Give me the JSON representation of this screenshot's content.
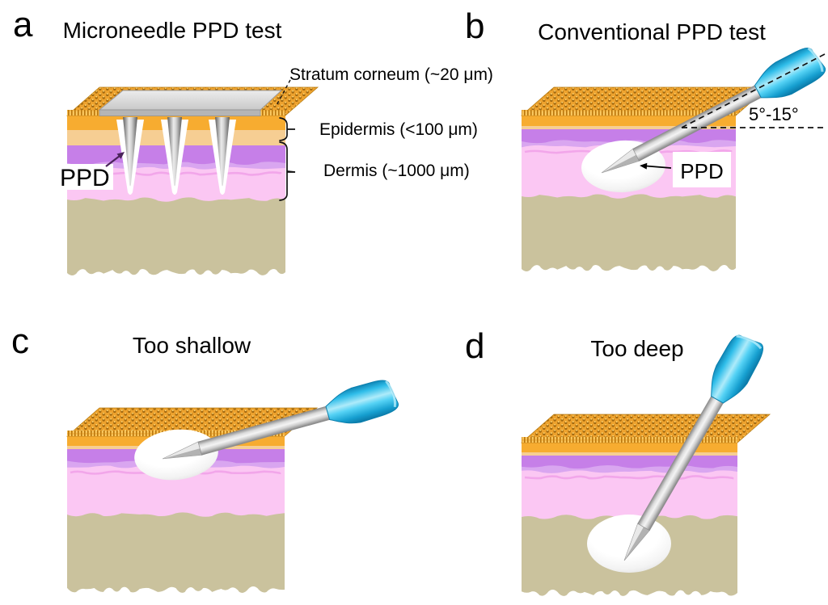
{
  "a": {
    "letter": "a",
    "title": "Microneedle PPD test",
    "label_stratum": "Stratum corneum (~20 μm)",
    "label_epidermis": "Epidermis (<100 μm)",
    "label_dermis": "Dermis (~1000 μm)",
    "label_ppd": "PPD"
  },
  "b": {
    "letter": "b",
    "title": "Conventional PPD test",
    "label_angle": "5°-15°",
    "label_ppd": "PPD"
  },
  "c": {
    "letter": "c",
    "title": "Too shallow"
  },
  "d": {
    "letter": "d",
    "title": "Too deep"
  },
  "colors": {
    "stratum_orange": "#F7AC30",
    "stratum_texture_dark": "#A4690F",
    "epidermis_tan": "#F6CE93",
    "epidermis_purple": "#C67FE8",
    "epidermis_purple_light": "#D9A6F0",
    "dermis_pink": "#FBC7F3",
    "dermis_pink_dark": "#F2A6EA",
    "subcutis_khaki": "#CAC29D",
    "needle_hub_cyan": "#2BBFEA",
    "bleb_white": "#FFFFFF",
    "arrow_purple": "#4A235A"
  }
}
